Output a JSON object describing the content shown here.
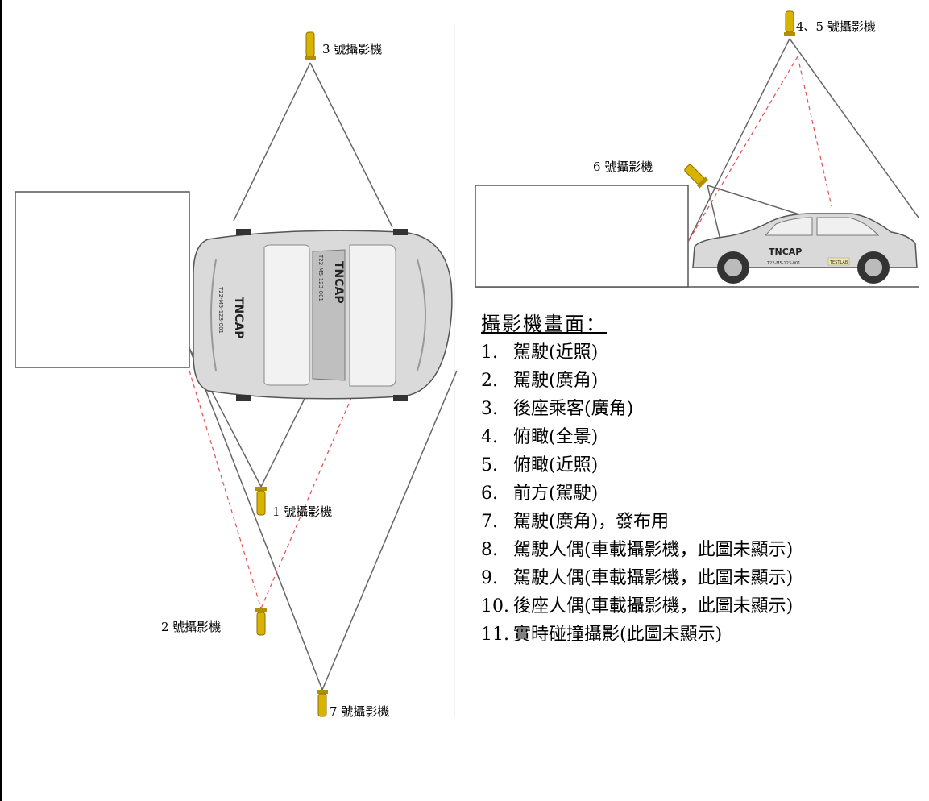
{
  "cameras": {
    "cam1": "1 號攝影機",
    "cam2": "2 號攝影機",
    "cam3": "3 號攝影機",
    "cam45": "4、5 號攝影機",
    "cam6": "6 號攝影機",
    "cam7": "7 號攝影機"
  },
  "car": {
    "brand": "TNCAP",
    "plate": "T22-M5-123-001",
    "tag": "TESTLAB"
  },
  "views": {
    "title": "攝影機畫面：",
    "items": [
      {
        "num": "1.",
        "label": "駕駛(近照)"
      },
      {
        "num": "2.",
        "label": "駕駛(廣角)"
      },
      {
        "num": "3.",
        "label": "後座乘客(廣角)"
      },
      {
        "num": "4.",
        "label": "俯瞰(全景)"
      },
      {
        "num": "5.",
        "label": "俯瞰(近照)"
      },
      {
        "num": "6.",
        "label": "前方(駕駛)"
      },
      {
        "num": "7.",
        "label": "駕駛(廣角)，發布用"
      },
      {
        "num": "8.",
        "label": "駕駛人偶(車載攝影機，此圖未顯示)"
      },
      {
        "num": "9.",
        "label": "駕駛人偶(車載攝影機，此圖未顯示)"
      },
      {
        "num": "10.",
        "label": "後座人偶(車載攝影機，此圖未顯示)"
      },
      {
        "num": "11.",
        "label": "實時碰撞攝影(此圖未顯示)"
      }
    ]
  },
  "colors": {
    "camera": "#d8b400",
    "sightline": "#666666",
    "dashed": "#e05050",
    "car_body": "#d9d9d9"
  }
}
